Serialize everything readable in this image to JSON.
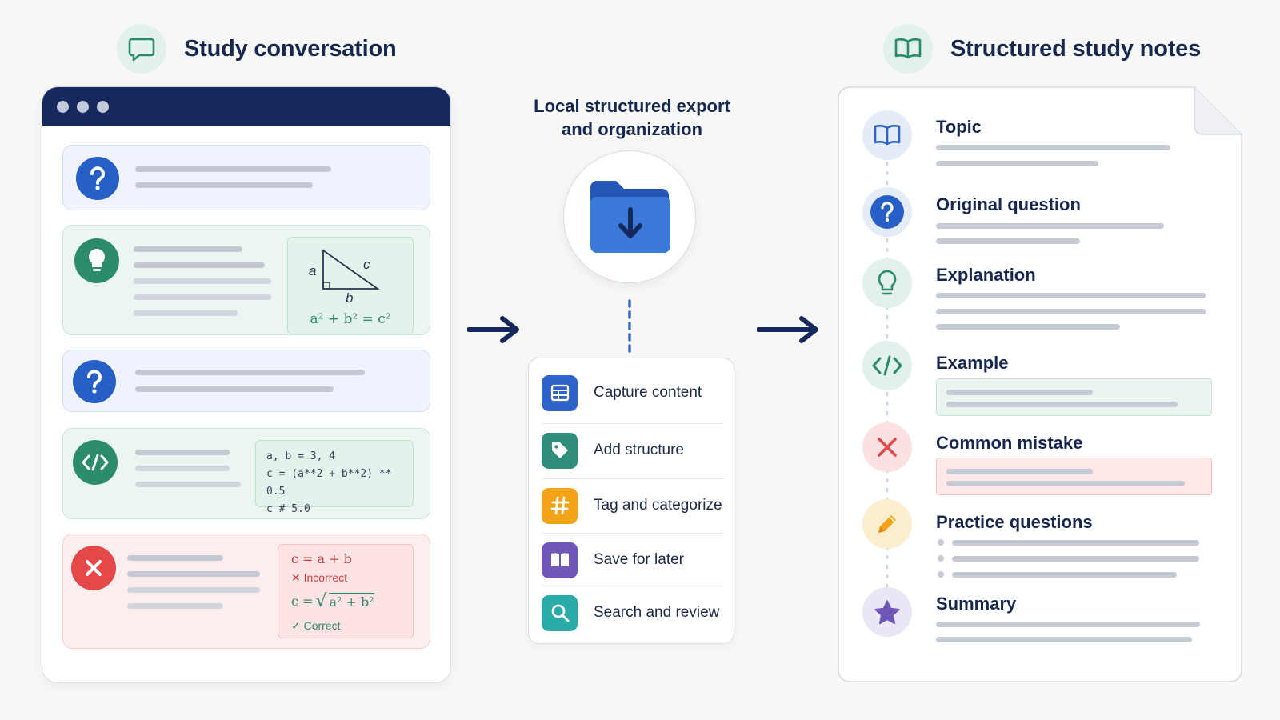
{
  "left_section": {
    "title": "Study conversation",
    "icon": "chat-bubble-icon"
  },
  "right_section": {
    "title": "Structured study notes",
    "icon": "open-book-icon"
  },
  "middle": {
    "title_line1": "Local structured export",
    "title_line2": "and organization",
    "icon": "folder-download-icon"
  },
  "conversation": {
    "triangle": {
      "a": "a",
      "b": "b",
      "c": "c",
      "formula": "a² + b² = c²"
    },
    "code_lines": [
      "a, b = 3, 4",
      "c = (a**2 + b**2) ** 0.5",
      "c  # 5.0"
    ],
    "mistake": {
      "wrong_formula": "c = a + b",
      "wrong_label": "✕ Incorrect",
      "right_prefix": "c =",
      "right_radicand": "a² + b²",
      "right_label": "✓ Correct"
    }
  },
  "steps": [
    {
      "label": "Capture content",
      "icon": "table-icon",
      "color": "#2f63c9"
    },
    {
      "label": "Add structure",
      "icon": "tag-icon",
      "color": "#2f8e79"
    },
    {
      "label": "Tag and categorize",
      "icon": "hash-icon",
      "color": "#f2a317"
    },
    {
      "label": "Save for later",
      "icon": "book-icon",
      "color": "#6e57b8"
    },
    {
      "label": "Search and review",
      "icon": "search-icon",
      "color": "#2aaaa8"
    }
  ],
  "notes": [
    {
      "title": "Topic",
      "icon": "book-icon"
    },
    {
      "title": "Original question",
      "icon": "question-icon"
    },
    {
      "title": "Explanation",
      "icon": "lightbulb-icon"
    },
    {
      "title": "Example",
      "icon": "code-icon"
    },
    {
      "title": "Common mistake",
      "icon": "x-icon"
    },
    {
      "title": "Practice questions",
      "icon": "pencil-icon"
    },
    {
      "title": "Summary",
      "icon": "star-icon"
    }
  ],
  "colors": {
    "navy": "#15295e",
    "blue": "#2e63c8",
    "green": "#2d8a6c",
    "red": "#e14848"
  }
}
